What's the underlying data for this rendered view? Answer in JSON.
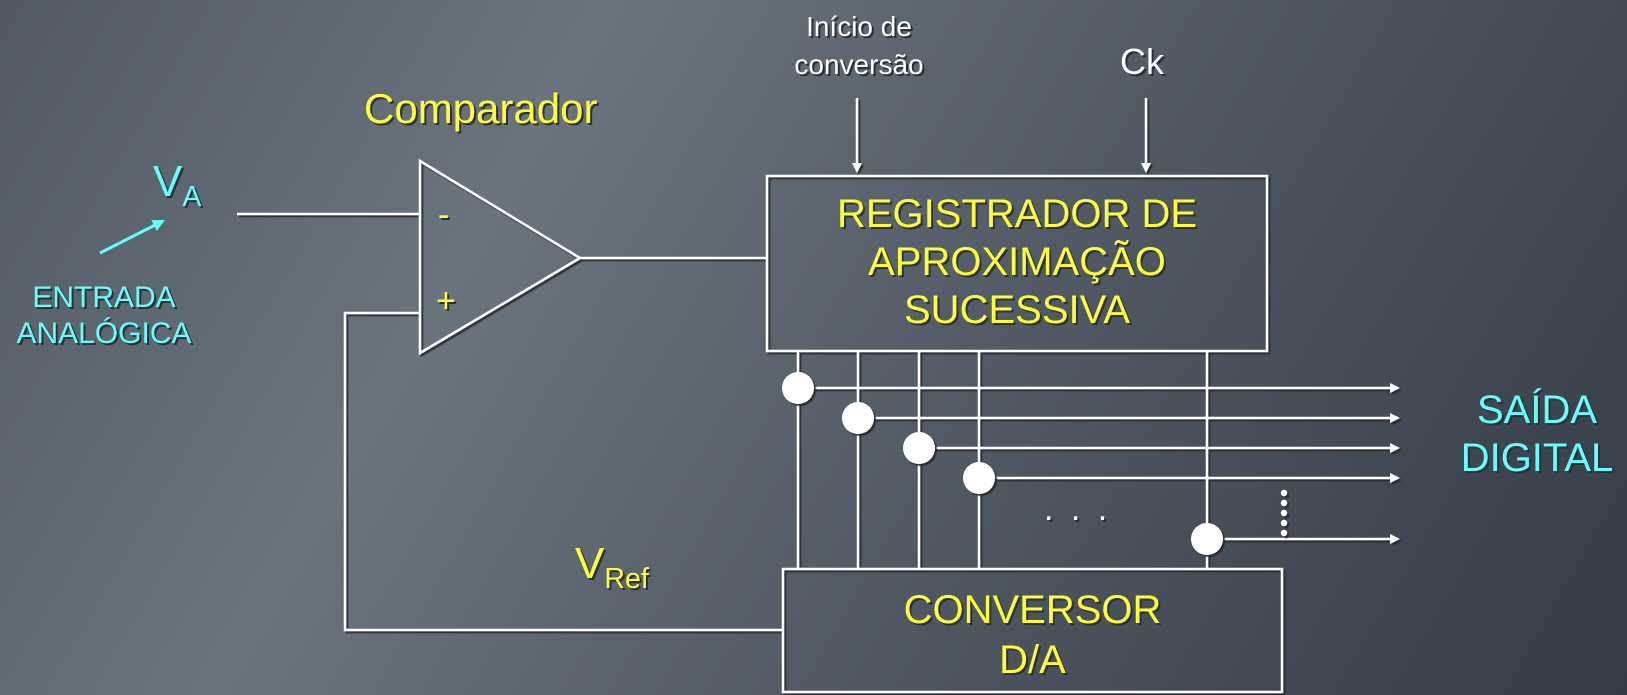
{
  "labels": {
    "comparator": "Comparador",
    "va_main": "V",
    "va_sub": "A",
    "input_line1": "ENTRADA",
    "input_line2": "ANALÓGICA",
    "minus": "-",
    "plus": "+",
    "start_line1": "Início de",
    "start_line2": "conversão",
    "clock": "Ck",
    "sar_line1": "REGISTRADOR DE",
    "sar_line2": "APROXIMAÇÃO",
    "sar_line3": "SUCESSIVA",
    "output_line1": "SAÍDA",
    "output_line2": "DIGITAL",
    "ellipsis_h": ". . .",
    "vref_main": "V",
    "vref_sub": "Ref",
    "dac_line1": "CONVERSOR",
    "dac_line2": "D/A"
  },
  "colors": {
    "wire": "#ffffff",
    "block_text": "#ffff33",
    "signal_text": "#66ffff",
    "label_text": "#ffffff"
  }
}
